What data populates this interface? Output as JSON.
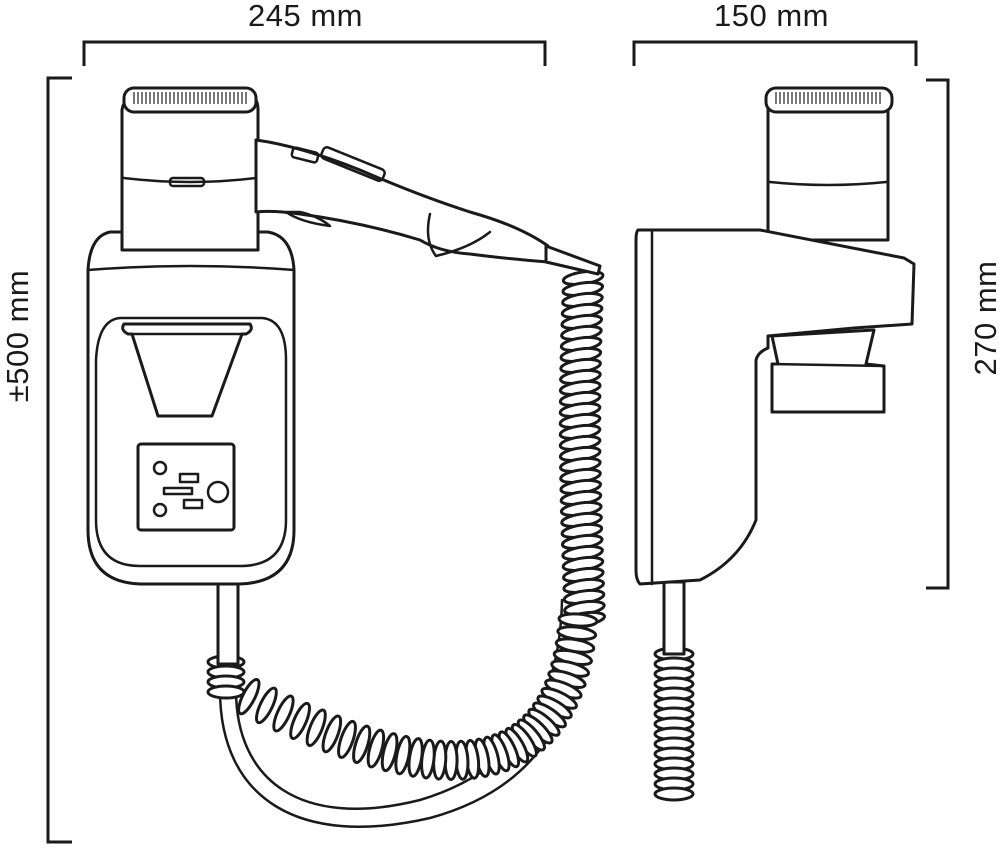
{
  "dimensions": {
    "width": "245 mm",
    "depth": "150 mm",
    "total_height": "±500 mm",
    "unit_height": "270 mm"
  }
}
